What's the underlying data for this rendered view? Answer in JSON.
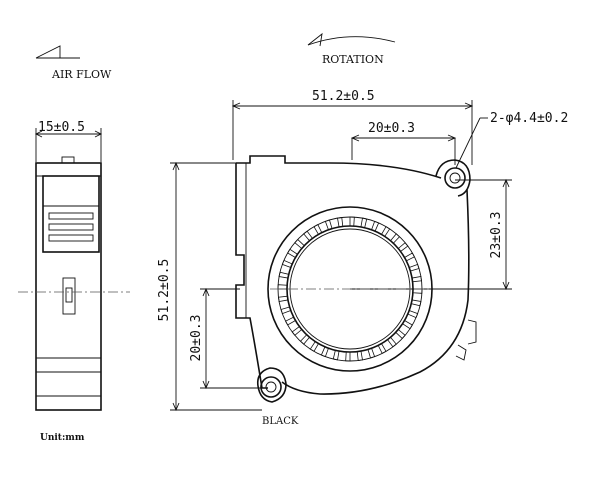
{
  "labels": {
    "air_flow": "AIR FLOW",
    "rotation": "ROTATION",
    "black": "BLACK",
    "unit": "Unit:mm"
  },
  "dimensions": {
    "thickness": "15±0.5",
    "width": "51.2±0.5",
    "height": "51.2±0.5",
    "top_hole_offset": "20±0.3",
    "hole_spec": "2-φ4.4±0.2",
    "right_hole_offset": "23±0.3",
    "left_hole_offset": "20±0.3"
  },
  "colors": {
    "ink": "#111111",
    "paper": "#ffffff"
  }
}
